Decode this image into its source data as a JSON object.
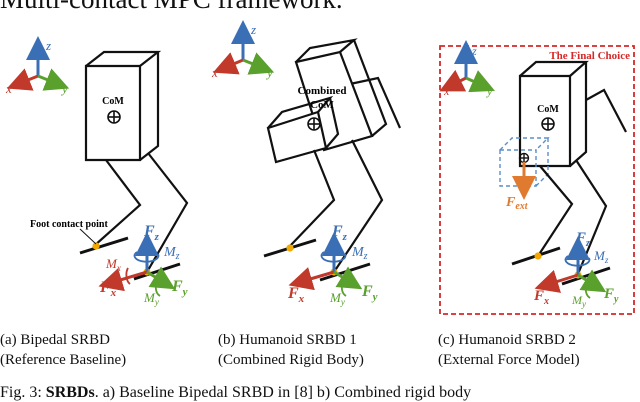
{
  "header_fragment": "Multi-contact MPC framework.",
  "axes_labels": {
    "x": "x",
    "y": "y",
    "z": "z"
  },
  "panel_a": {
    "com_label": "CoM",
    "foot_contact_label": "Foot contact point",
    "forces": {
      "fz_main": "F",
      "fz_sub": "z",
      "mz_main": "M",
      "mz_sub": "z",
      "mx_main": "M",
      "mx_sub": "x",
      "fx_main": "F",
      "fx_sub": "x",
      "my_main": "M",
      "my_sub": "y",
      "fy_main": "F",
      "fy_sub": "y"
    },
    "caption_line1": "(a) Bipedal SRBD",
    "caption_line2": "(Reference Baseline)"
  },
  "panel_b": {
    "com_label_line1": "Combined",
    "com_label_line2": "CoM",
    "forces": {
      "fz_main": "F",
      "fz_sub": "z",
      "mz_main": "M",
      "mz_sub": "z",
      "fx_main": "F",
      "fx_sub": "x",
      "my_main": "M",
      "my_sub": "y",
      "fy_main": "F",
      "fy_sub": "y"
    },
    "caption_line1": "(b) Humanoid SRBD 1",
    "caption_line2": "(Combined Rigid Body)"
  },
  "panel_c": {
    "badge": "The Final Choice",
    "com_label": "CoM",
    "fext_main": "F",
    "fext_sub": "ext",
    "forces": {
      "fz_main": "F",
      "fz_sub": "z",
      "mz_main": "M",
      "mz_sub": "z",
      "fx_main": "F",
      "fx_sub": "x",
      "my_main": "M",
      "my_sub": "y",
      "fy_main": "F",
      "fy_sub": "y"
    },
    "caption_line1": "(c) Humanoid SRBD 2",
    "caption_line2": "(External Force Model)"
  },
  "figure_caption": {
    "prefix": "Fig. 3: ",
    "bold": "SRBDs",
    "rest": ". a) Baseline Bipedal SRBD in [8] b) Combined rigid body"
  },
  "colors": {
    "x_axis": "#c0392b",
    "y_axis": "#5aa02c",
    "z_axis": "#3a6fb5",
    "fz": "#3a6fb5",
    "fx": "#c0392b",
    "fy": "#5aa02c",
    "contact": "#f2a800",
    "fext": "#e07a2f",
    "badge": "#d62828"
  }
}
